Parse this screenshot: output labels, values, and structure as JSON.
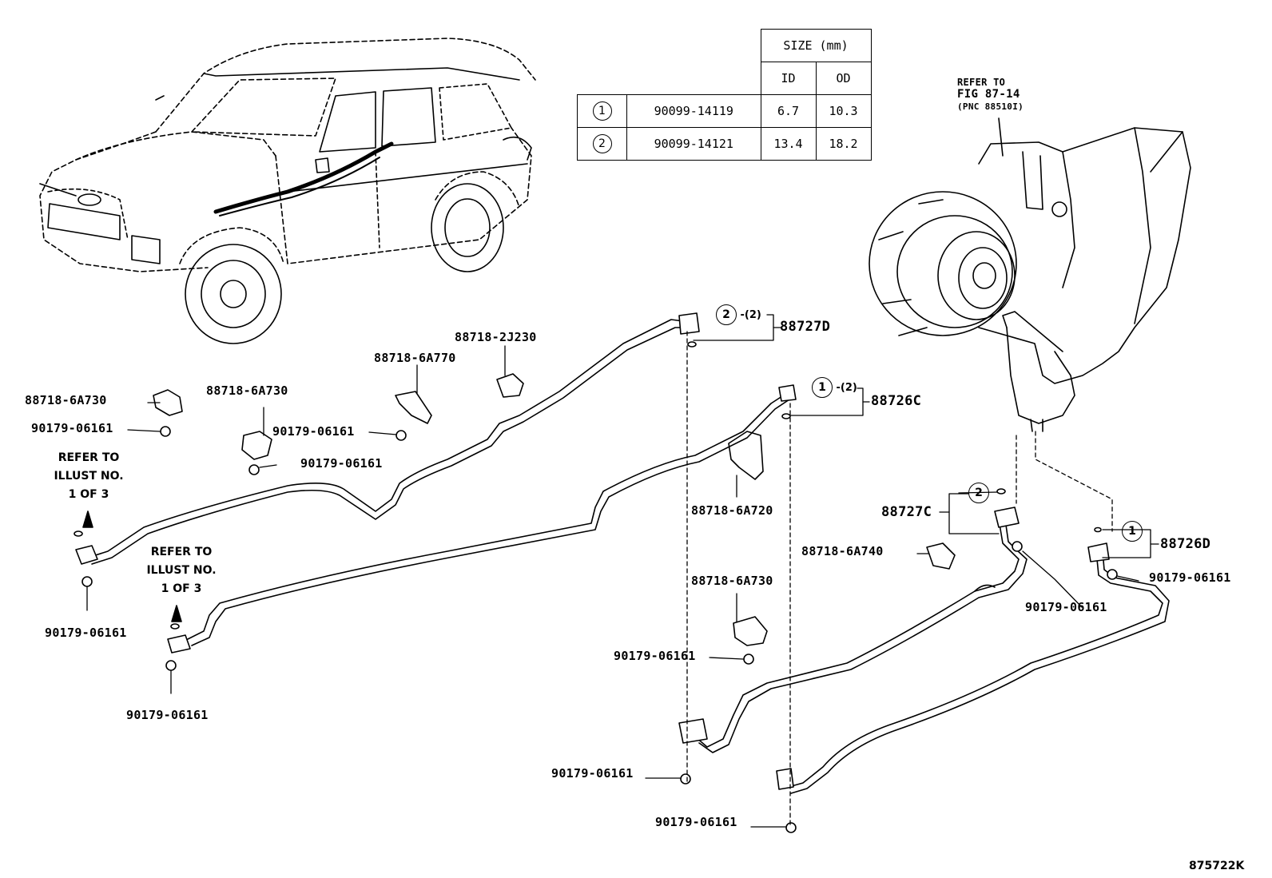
{
  "size_table": {
    "header_size": "SIZE (mm)",
    "header_id": "ID",
    "header_od": "OD",
    "rows": [
      {
        "mark": "1",
        "part": "90099-14119",
        "id": "6.7",
        "od": "10.3"
      },
      {
        "mark": "2",
        "part": "90099-14121",
        "id": "13.4",
        "od": "18.2"
      }
    ]
  },
  "refer_fig": {
    "line1": "REFER TO",
    "line2": "FIG 87-14",
    "line3": "(PNC 88510I)"
  },
  "refer_illust_left": {
    "line1": "REFER TO",
    "line2": "ILLUST NO.",
    "line3": "1  OF  3"
  },
  "refer_illust_mid": {
    "line1": "REFER TO",
    "line2": "ILLUST NO.",
    "line3": "1  OF  3"
  },
  "callouts": {
    "c88727D": {
      "mark": "2",
      "qty": "-(2)",
      "part": "88727D"
    },
    "c88726C": {
      "mark": "1",
      "qty": "-(2)",
      "part": "88726C"
    },
    "c88727C": {
      "mark": "2",
      "part": "88727C"
    },
    "c88726D": {
      "mark": "1",
      "part": "88726D"
    }
  },
  "labels": {
    "p88718_6A730_a": "88718-6A730",
    "p90179_a": "90179-06161",
    "p88718_6A730_b": "88718-6A730",
    "p90179_b": "90179-06161",
    "p90179_c": "90179-06161",
    "p88718_6A770": "88718-6A770",
    "p88718_2J230": "88718-2J230",
    "p90179_d": "90179-06161",
    "p90179_e": "90179-06161",
    "p88718_6A720": "88718-6A720",
    "p88718_6A730_c": "88718-6A730",
    "p90179_f": "90179-06161",
    "p90179_g": "90179-06161",
    "p90179_h": "90179-06161",
    "p88718_6A740": "88718-6A740",
    "p90179_i": "90179-06161",
    "p90179_j": "90179-06161"
  },
  "figure_id": "875722K"
}
